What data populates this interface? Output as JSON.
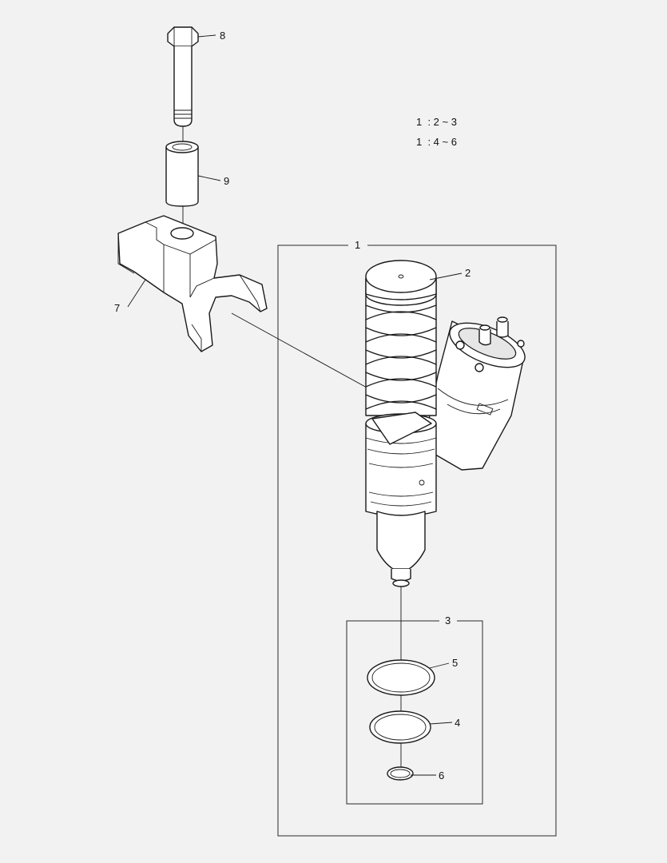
{
  "callouts": {
    "c1": "1",
    "c2": "2",
    "c3": "3",
    "c4": "4",
    "c5": "5",
    "c6": "6",
    "c7": "7",
    "c8": "8",
    "c9": "9"
  },
  "notes": {
    "line1": "1  : 2 ~ 3",
    "line2": "1  : 4 ~ 6"
  }
}
